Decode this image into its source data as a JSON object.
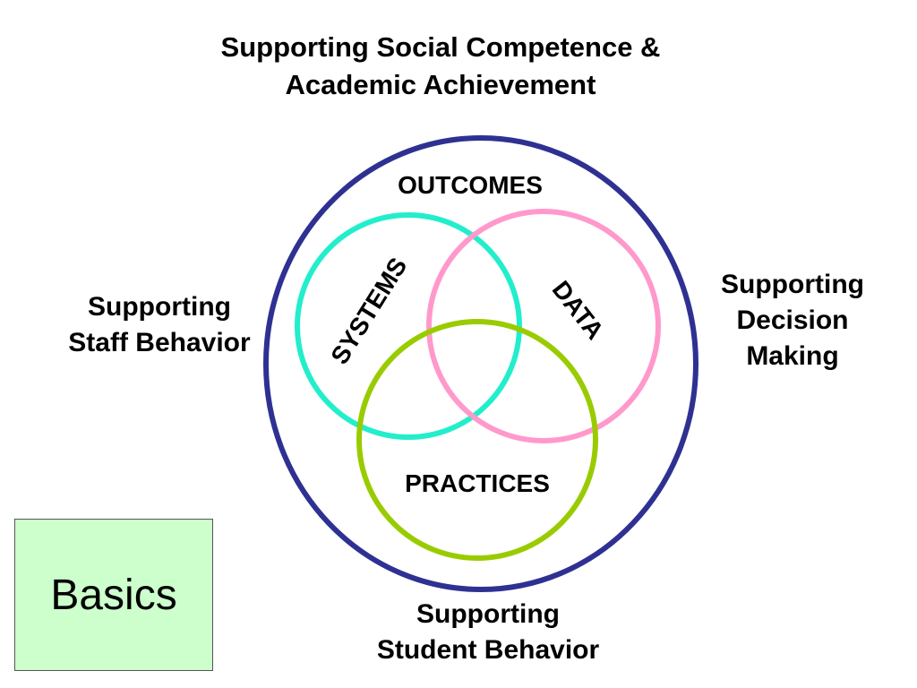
{
  "title": {
    "line1": "Supporting Social Competence &",
    "line2": "Academic Achievement"
  },
  "side_labels": {
    "left": {
      "line1": "Supporting",
      "line2": "Staff Behavior"
    },
    "right": {
      "line1": "Supporting",
      "line2": "Decision",
      "line3": "Making"
    },
    "bottom": {
      "line1": "Supporting",
      "line2": "Student Behavior"
    }
  },
  "venn": {
    "outer_label": "OUTCOMES",
    "circles": [
      {
        "label": "SYSTEMS",
        "color": "#22eecc"
      },
      {
        "label": "DATA",
        "color": "#ff99cc"
      },
      {
        "label": "PRACTICES",
        "color": "#99cc00"
      }
    ],
    "outer_color": "#2e3192"
  },
  "basics_box": {
    "label": "Basics",
    "fill_color": "#ccffcc"
  }
}
